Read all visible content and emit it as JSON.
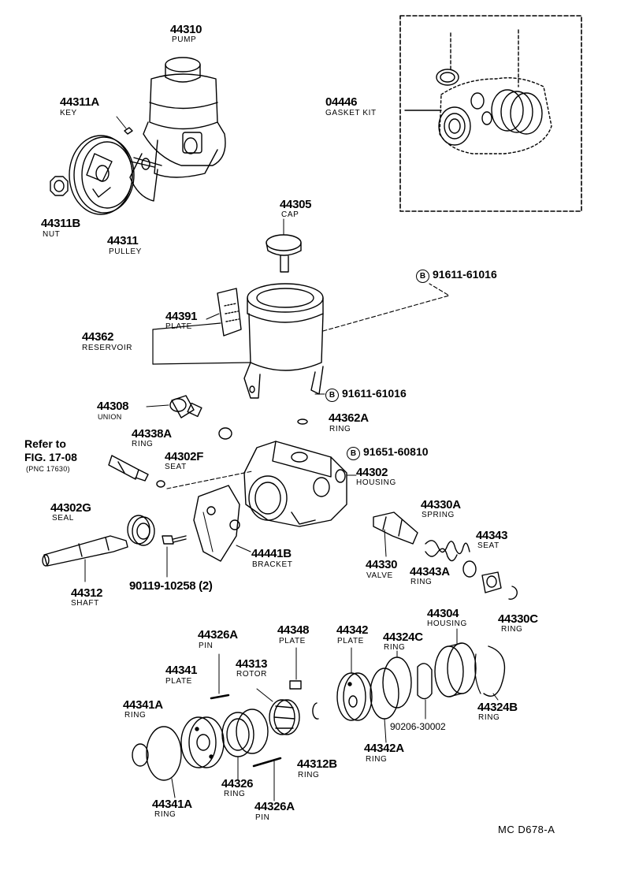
{
  "diagram": {
    "code": "MC  D678-A",
    "bolt_symbol": "B",
    "refer": {
      "line1": "Refer to",
      "line2": "FIG. 17-08",
      "line3": "(PNC 17630)"
    },
    "parts": {
      "pump": {
        "number": "44310",
        "name": "PUMP"
      },
      "key": {
        "number": "44311A",
        "name": "KEY"
      },
      "nut": {
        "number": "44311B",
        "name": "NUT"
      },
      "pulley": {
        "number": "44311",
        "name": "PULLEY"
      },
      "gasket_kit": {
        "number": "04446",
        "name": "GASKET KIT"
      },
      "cap": {
        "number": "44305",
        "name": "CAP"
      },
      "bolt1": {
        "number": "91611-61016"
      },
      "plate_44391": {
        "number": "44391",
        "name": "PLATE"
      },
      "reservoir": {
        "number": "44362",
        "name": "RESERVOIR"
      },
      "bolt2": {
        "number": "91611-61016"
      },
      "union": {
        "number": "44308",
        "name": "UNION"
      },
      "ring_44362a": {
        "number": "44362A",
        "name": "RING"
      },
      "ring_44338a": {
        "number": "44338A",
        "name": "RING"
      },
      "seat_44302f": {
        "number": "44302F",
        "name": "SEAT"
      },
      "bolt3": {
        "number": "91651-60810"
      },
      "housing_44302": {
        "number": "44302",
        "name": "HOUSING"
      },
      "seal_44302g": {
        "number": "44302G",
        "name": "SEAL"
      },
      "spring_44330a": {
        "number": "44330A",
        "name": "SPRING"
      },
      "bracket": {
        "number": "44441B",
        "name": "BRACKET"
      },
      "seat_44343": {
        "number": "44343",
        "name": "SEAT"
      },
      "valve": {
        "number": "44330",
        "name": "VALVE"
      },
      "ring_44343a": {
        "number": "44343A",
        "name": "RING"
      },
      "shaft": {
        "number": "44312",
        "name": "SHAFT"
      },
      "bolt_90119": {
        "number": "90119-10258 (2)"
      },
      "ring_44330c": {
        "number": "44330C",
        "name": "RING"
      },
      "housing_44304": {
        "number": "44304",
        "name": "HOUSING"
      },
      "pin_44326a_top": {
        "number": "44326A",
        "name": "PIN"
      },
      "plate_44348": {
        "number": "44348",
        "name": "PLATE"
      },
      "plate_44342": {
        "number": "44342",
        "name": "PLATE"
      },
      "ring_44324c": {
        "number": "44324C",
        "name": "RING"
      },
      "plate_44341": {
        "number": "44341",
        "name": "PLATE"
      },
      "rotor": {
        "number": "44313",
        "name": "ROTOR"
      },
      "ring_44341a_top": {
        "number": "44341A",
        "name": "RING"
      },
      "ring_44324b": {
        "number": "44324B",
        "name": "RING"
      },
      "part_90206": {
        "number": "90206-30002"
      },
      "ring_44342a": {
        "number": "44342A",
        "name": "RING"
      },
      "ring_44312b": {
        "number": "44312B",
        "name": "RING"
      },
      "ring_44326": {
        "number": "44326",
        "name": "RING"
      },
      "ring_44341a_bottom": {
        "number": "44341A",
        "name": "RING"
      },
      "pin_44326a_bottom": {
        "number": "44326A",
        "name": "PIN"
      }
    }
  }
}
